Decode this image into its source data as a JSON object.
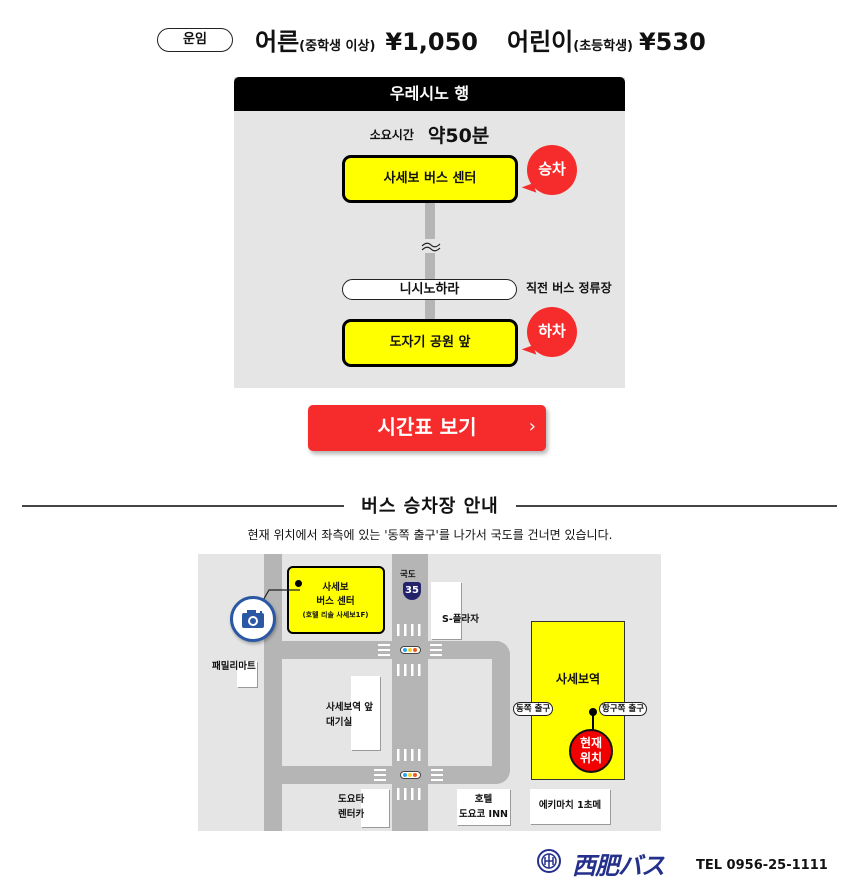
{
  "fare": {
    "badge": "운임",
    "adult_label": "어른",
    "adult_note": "(중학생 이상)",
    "adult_price": "¥1,050",
    "child_label": "어린이",
    "child_note": "(초등학생)",
    "child_price": "¥530"
  },
  "route": {
    "destination": "우레시노 행",
    "duration_label": "소요시간",
    "duration_value": "약50분",
    "boarding_stop": "사세보 버스 센터",
    "boarding_badge": "승차",
    "previous_stop": "니시노하라",
    "previous_stop_note": "직전 버스 정류장",
    "alighting_stop": "도자기 공원 앞",
    "alighting_badge": "하차",
    "colors": {
      "header": "#000000",
      "stop": "#ffff00",
      "badge": "#f62b2b",
      "panel": "#e5e5e5"
    }
  },
  "timetable_button": {
    "label": "시간표 보기",
    "chevron": "›"
  },
  "boarding_guide": {
    "title": "버스 승차장 안내",
    "description": "현재 위치에서 좌측에 있는 '동쪽 출구'를 나가서 국도를 건너면 있습니다."
  },
  "map": {
    "bus_center": {
      "line1": "사세보",
      "line2": "버스 센터",
      "line3": "(호텔 리솔 사세보1F)"
    },
    "route_sign": {
      "label": "국도",
      "number": "35"
    },
    "s_plaza": "S-플라자",
    "family_mart": "패밀리마트",
    "waiting_room": {
      "line1": "사세보역 앞",
      "line2": "대기실"
    },
    "station": "사세보역",
    "east_exit": "동쪽 출구",
    "harbor_exit": "항구쪽 출구",
    "current_location": {
      "line1": "현재",
      "line2": "위치"
    },
    "toyota": {
      "line1": "도요타",
      "line2": "렌터카"
    },
    "hotel": {
      "line1": "호텔",
      "line2": "도요코 INN"
    },
    "ekimachi": "에키마치 1초메"
  },
  "footer": {
    "company": "西肥バス",
    "tel": "TEL 0956-25-1111"
  }
}
